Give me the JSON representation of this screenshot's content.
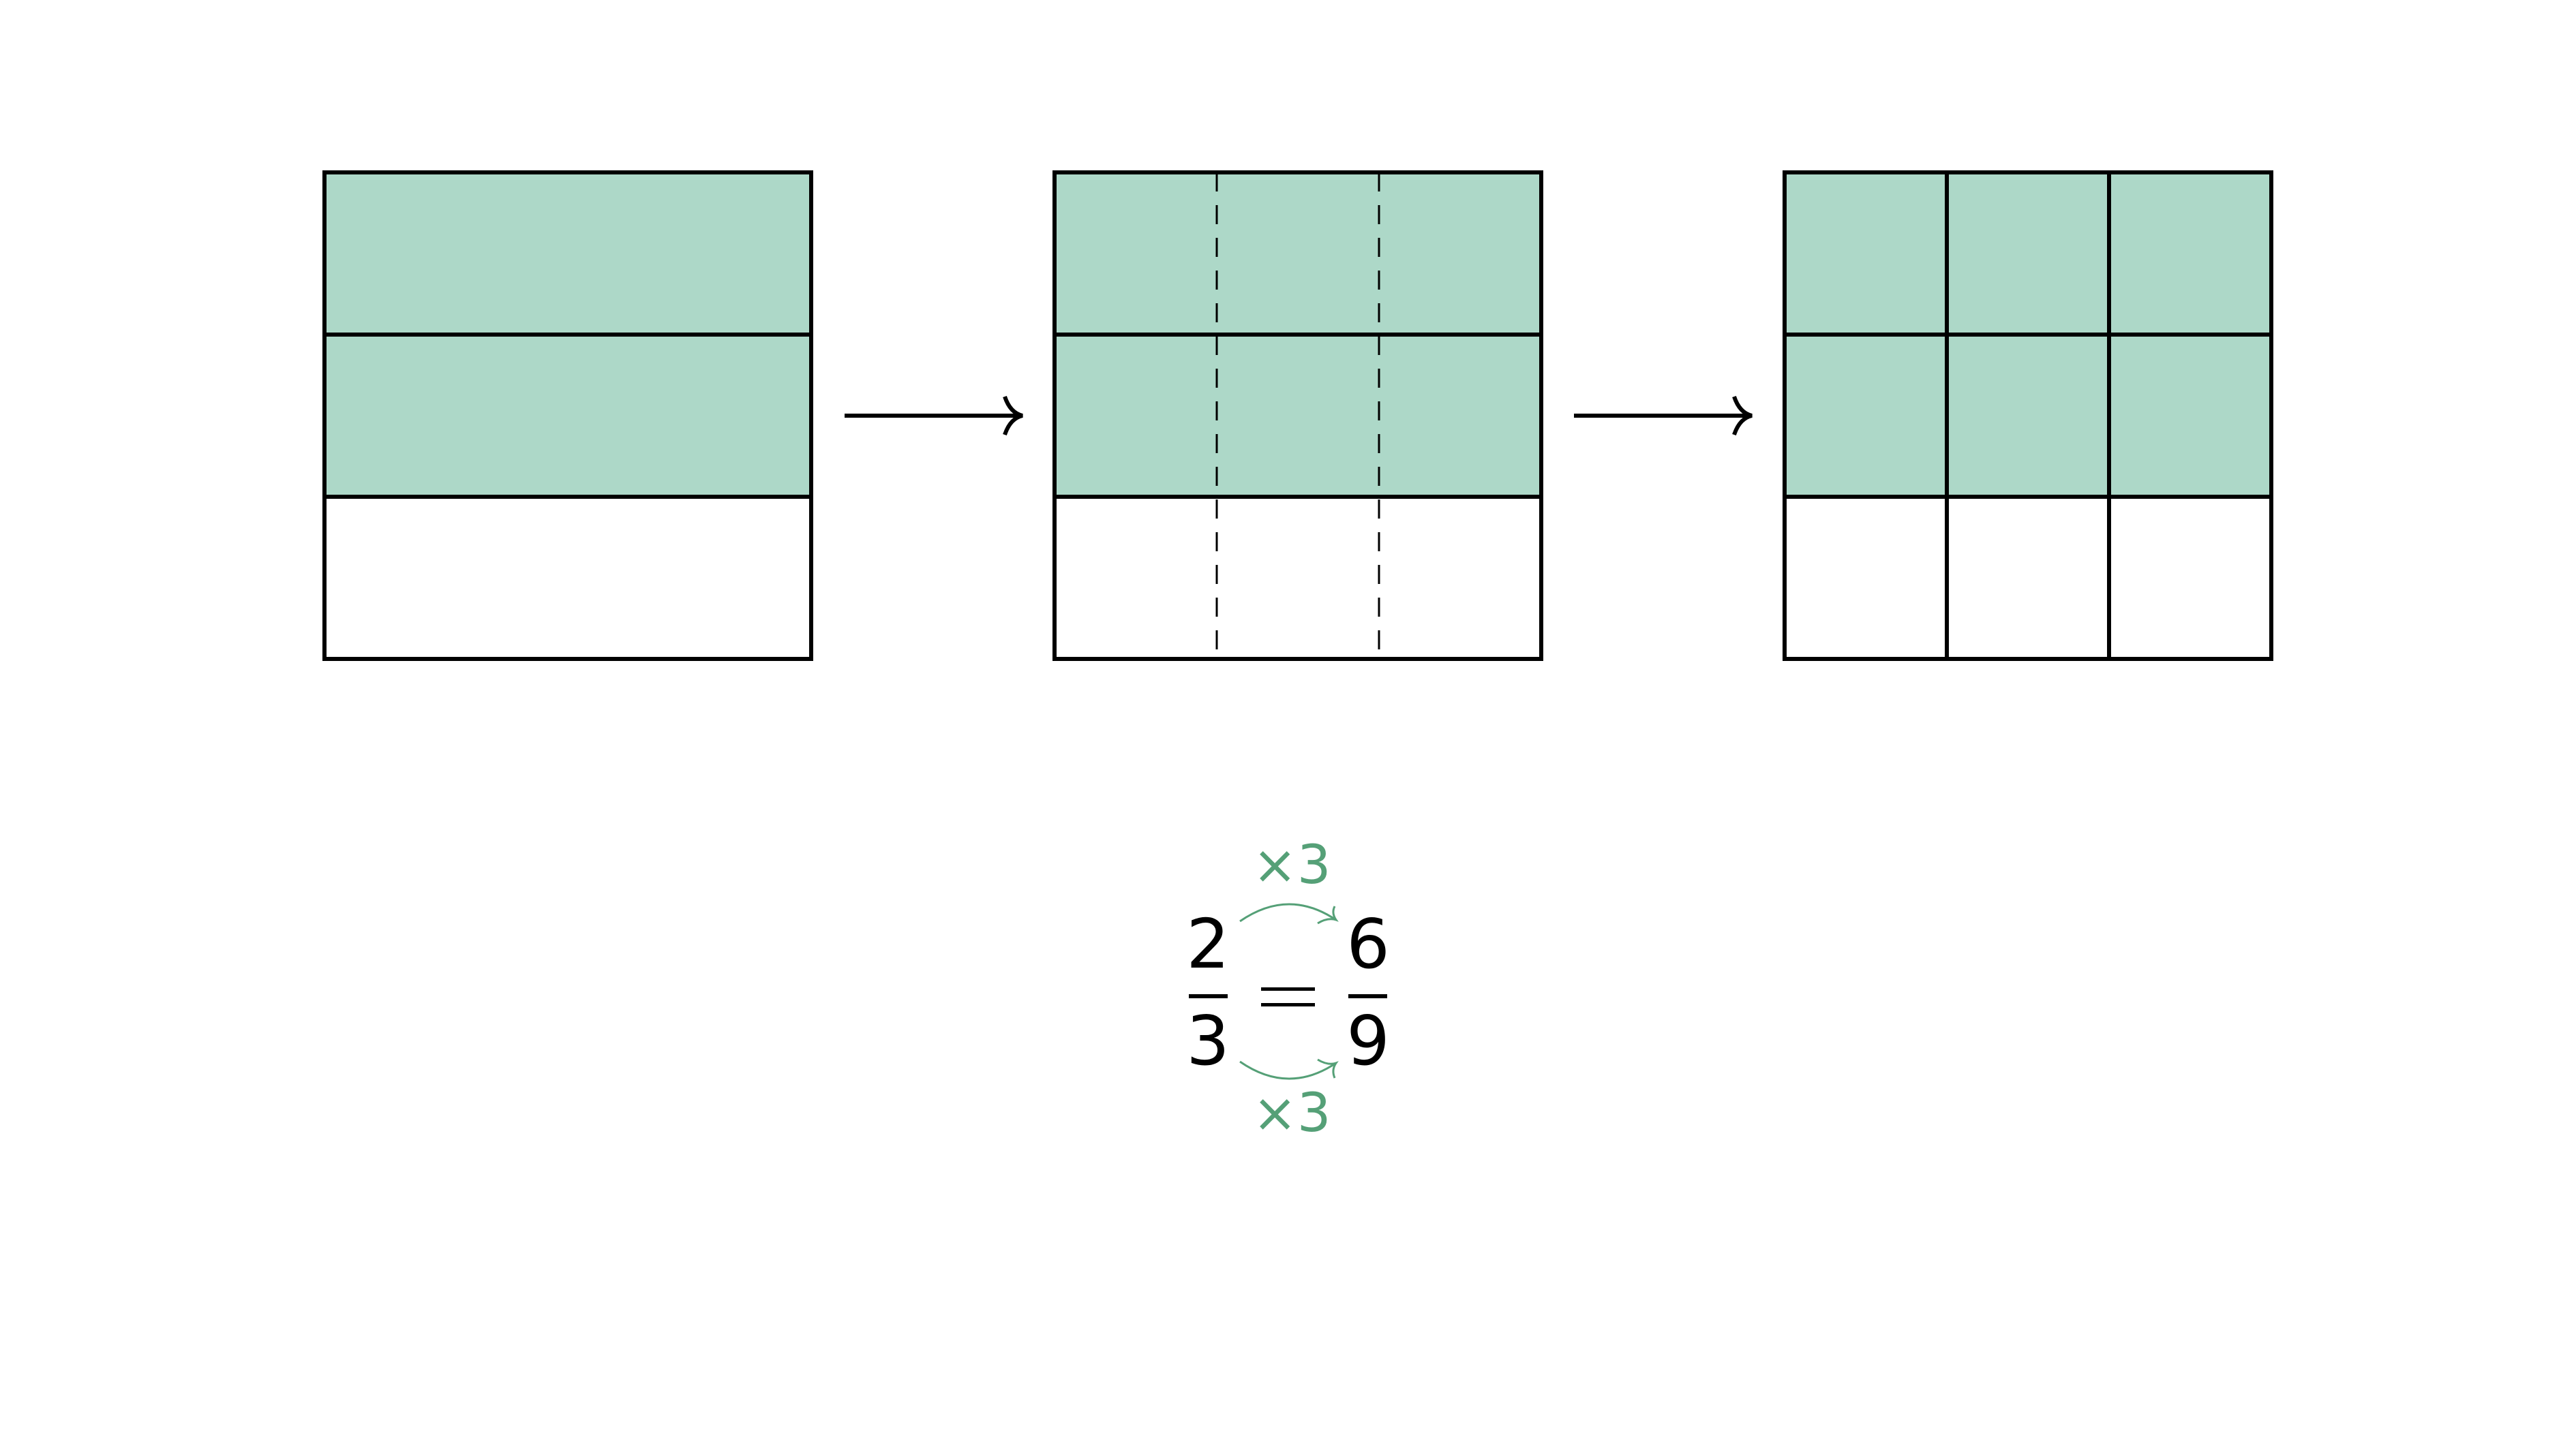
{
  "colors": {
    "fill": "#add8c8",
    "stroke": "#000000",
    "accent": "#55a077"
  },
  "panels": [
    {
      "rows": 3,
      "cols": 1,
      "shaded_rows": 2,
      "divider_style": "none"
    },
    {
      "rows": 3,
      "cols": 3,
      "shaded_rows": 2,
      "divider_style": "dashed"
    },
    {
      "rows": 3,
      "cols": 3,
      "shaded_rows": 2,
      "divider_style": "solid"
    }
  ],
  "equation": {
    "left": {
      "numerator": "2",
      "denominator": "3"
    },
    "equals": "=",
    "right": {
      "numerator": "6",
      "denominator": "9"
    },
    "top_multiplier": "×3",
    "bottom_multiplier": "×3"
  }
}
